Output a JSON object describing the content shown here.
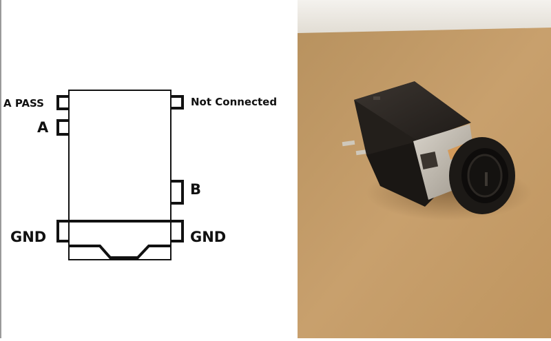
{
  "diagram": {
    "labels": {
      "a_pass": "A PASS",
      "a": "A",
      "not_connected": "Not Connected",
      "b": "B",
      "gnd_left": "GND",
      "gnd_right": "GND"
    }
  },
  "colors": {
    "line": "#111111",
    "cardboard": "#c49a67",
    "jack_body": "#2a2520",
    "metal_shield": "#b9b3a8",
    "pin_metal": "#cfc8bb",
    "wall": "#eeece8"
  }
}
